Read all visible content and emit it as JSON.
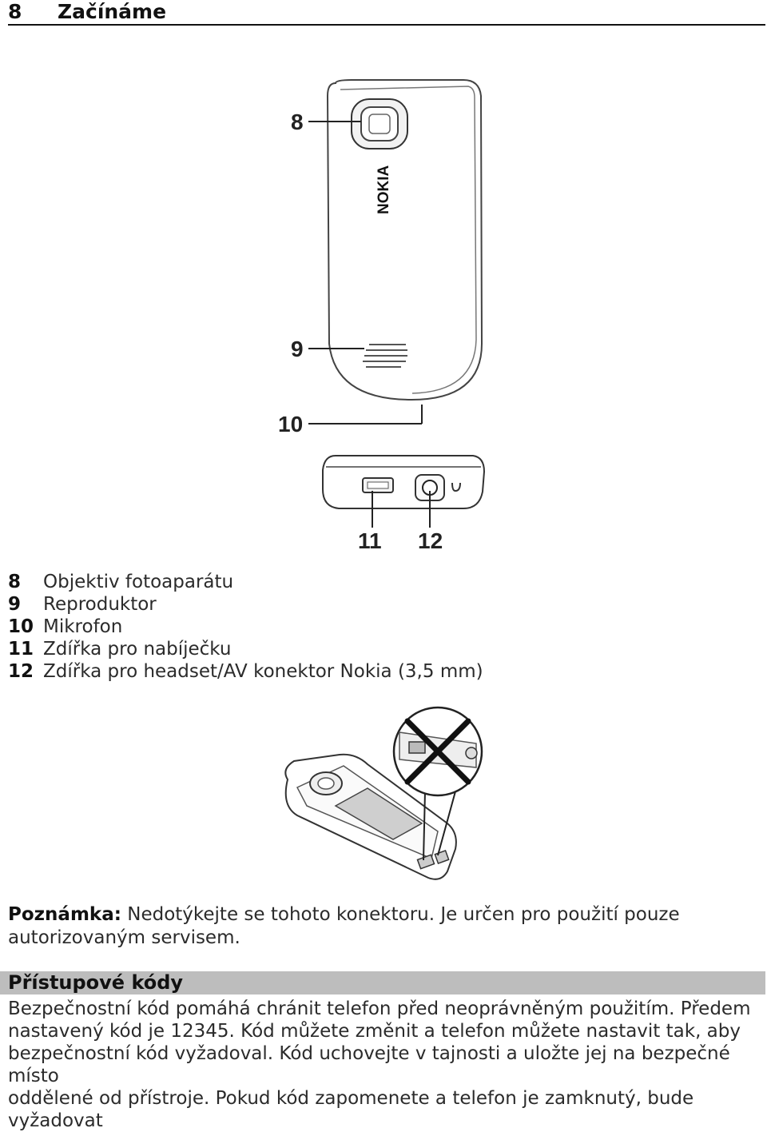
{
  "header": {
    "page_number": "8",
    "chapter_title": "Začínáme"
  },
  "figure_top": {
    "brand": "NOKIA",
    "callouts": {
      "camera": "8",
      "speaker": "9",
      "microphone": "10",
      "charger": "11",
      "headset": "12"
    }
  },
  "legend": [
    {
      "num": "8",
      "text": "Objektiv fotoaparátu"
    },
    {
      "num": "9",
      "text": "Reproduktor"
    },
    {
      "num": "10",
      "text": "Mikrofon"
    },
    {
      "num": "11",
      "text": "Zdířka pro nabíječku"
    },
    {
      "num": "12",
      "text": "Zdířka pro headset/AV konektor Nokia (3,5 mm)"
    }
  ],
  "note": {
    "label": "Poznámka:",
    "text": "Nedotýkejte se tohoto konektoru. Je určen pro použití pouze autorizovaným servisem."
  },
  "section": {
    "title": "Přístupové kódy"
  },
  "body": {
    "text": "Bezpečnostní kód pomáhá chránit telefon před neoprávněným použitím. Předem\nnastavený kód je 12345. Kód můžete změnit a telefon můžete nastavit tak, aby\nbezpečnostní kód vyžadoval. Kód uchovejte v tajnosti a uložte jej na bezpečné místo\noddělené od přístroje. Pokud kód zapomenete a telefon je zamknutý, bude vyžadovat"
  }
}
